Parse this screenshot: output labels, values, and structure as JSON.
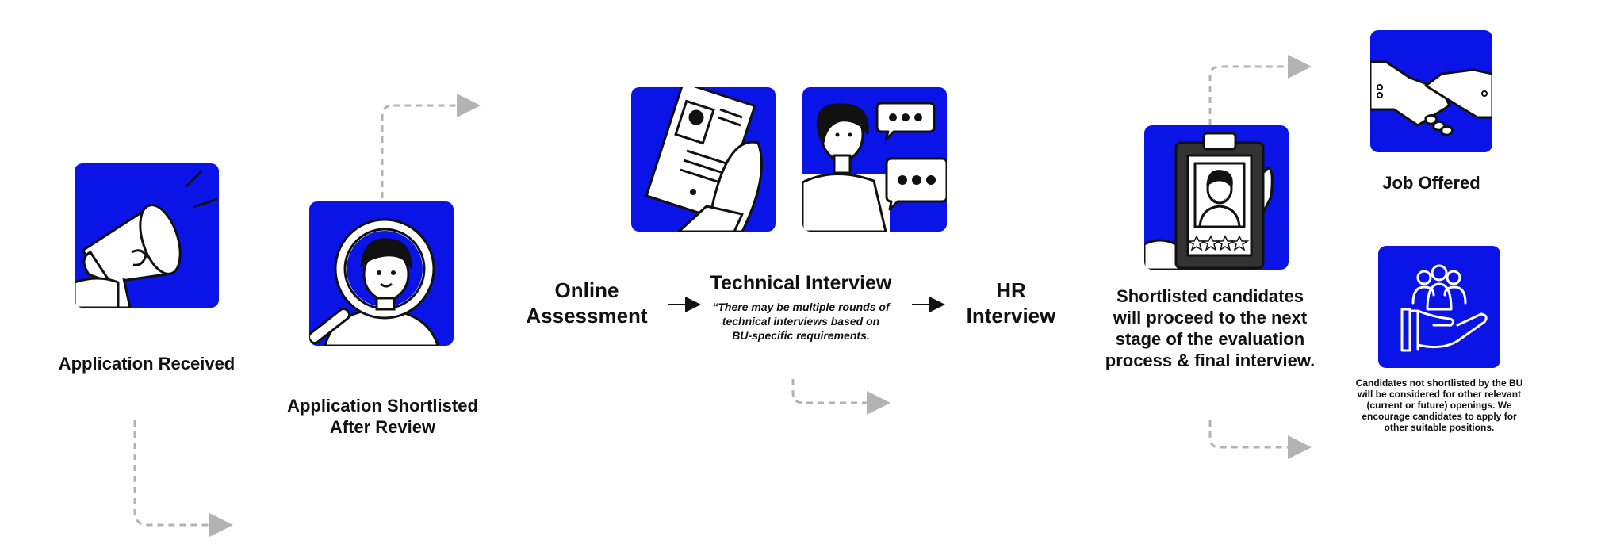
{
  "accent_color": "#0a14e6",
  "steps": {
    "application_received": "Application Received",
    "application_shortlisted_line1": "Application Shortlisted",
    "application_shortlisted_line2": "After Review",
    "online_assessment_line1": "Online",
    "online_assessment_line2": "Assessment",
    "technical_interview": "Technical Interview",
    "technical_note_line1": "“There may be multiple rounds of",
    "technical_note_line2": "technical interviews based on",
    "technical_note_line3": "BU-specific requirements.",
    "hr_interview_line1": "HR",
    "hr_interview_line2": "Interview",
    "shortlisted_line1": "Shortlisted candidates",
    "shortlisted_line2": "will proceed to the next",
    "shortlisted_line3": "stage of the evaluation",
    "shortlisted_line4": "process & final interview.",
    "job_offered": "Job Offered",
    "not_shortlisted_line1": "Candidates not shortlisted by the BU",
    "not_shortlisted_line2": "will be considered for other relevant",
    "not_shortlisted_line3": "(current or future) openings. We",
    "not_shortlisted_line4": "encourage candidates to apply for",
    "not_shortlisted_line5": "other suitable positions."
  },
  "icons": {
    "application_received": "megaphone-icon",
    "application_shortlisted": "magnifier-person-icon",
    "online_assessment": "resume-document-icon",
    "technical_interview": "chat-person-icon",
    "shortlisted": "clipboard-profile-icon",
    "job_offered": "handshake-icon",
    "not_shortlisted": "hand-people-icon"
  }
}
